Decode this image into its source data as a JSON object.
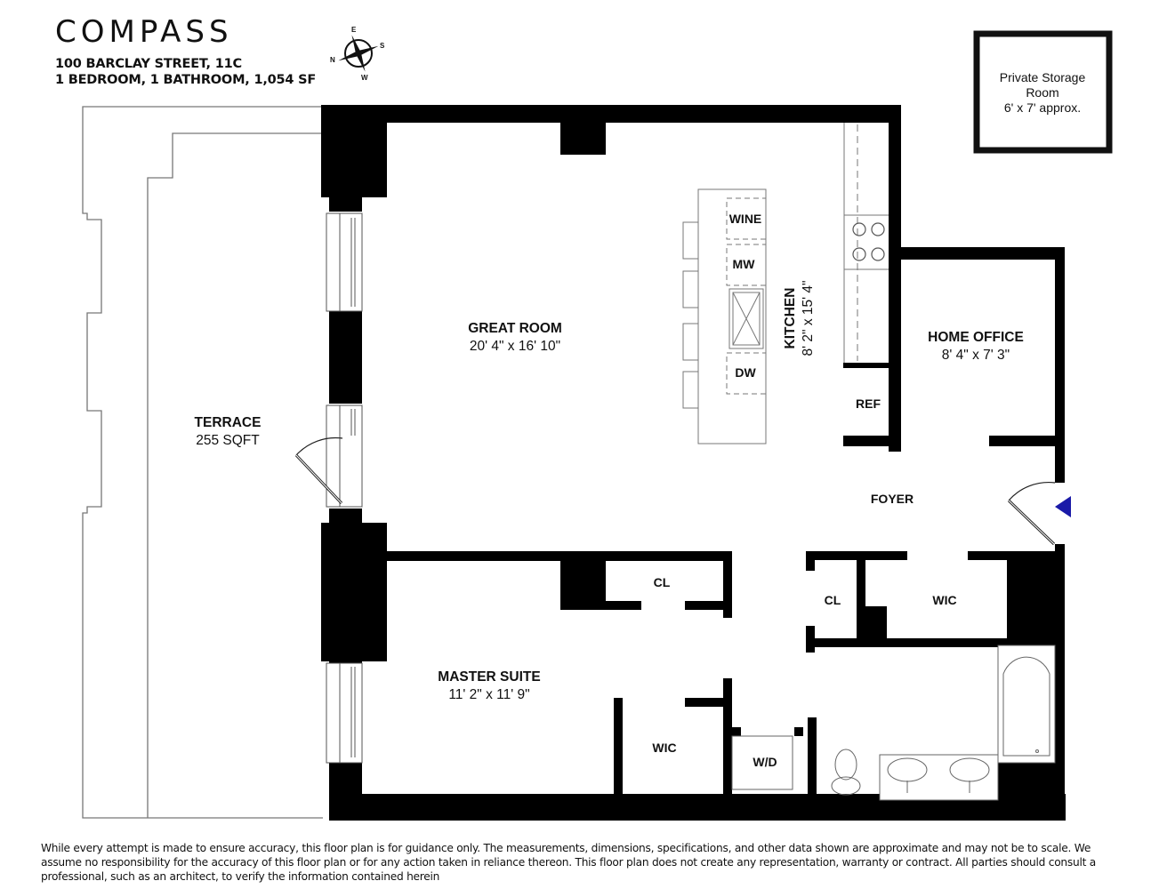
{
  "brand": {
    "logo_text": "COMPASS"
  },
  "listing": {
    "address": "100 BARCLAY STREET, 11C",
    "summary": "1 BEDROOM, 1 BATHROOM, 1,054 SF"
  },
  "compass_rose": {
    "n": "N",
    "e": "E",
    "s": "S",
    "w": "W"
  },
  "storage": {
    "line1": "Private Storage",
    "line2": "Room",
    "line3": "6' x 7' approx."
  },
  "rooms": {
    "terrace": {
      "name": "TERRACE",
      "size": "255 SQFT"
    },
    "great_room": {
      "name": "GREAT ROOM",
      "size": "20' 4\" x 16' 10\""
    },
    "kitchen": {
      "name": "KITCHEN",
      "size": "8' 2\" x 15' 4\""
    },
    "home_office": {
      "name": "HOME OFFICE",
      "size": "8' 4\" x 7' 3\""
    },
    "foyer": {
      "name": "FOYER"
    },
    "master_suite": {
      "name": "MASTER SUITE",
      "size": "11' 2\" x 11' 9\""
    },
    "closet_master": {
      "name": "CL"
    },
    "closet_foyer": {
      "name": "CL"
    },
    "wic_foyer": {
      "name": "WIC"
    },
    "wic_master": {
      "name": "WIC"
    },
    "washer_dryer": {
      "name": "W/D"
    },
    "fixtures": {
      "wine": "WINE",
      "microwave": "MW",
      "dishwasher": "DW",
      "refrigerator": "REF"
    }
  },
  "entry_marker_color": "#1a1aa8",
  "disclaimer": "While every attempt is made to ensure accuracy, this floor plan is for guidance only. The measurements, dimensions, specifications, and other data shown are approximate and may not be to scale. We assume no responsibility for the accuracy of this floor plan or for any action taken in reliance thereon. This floor plan does not create any representation, warranty or contract. All parties should consult a professional, such as an architect, to verify the information contained herein"
}
